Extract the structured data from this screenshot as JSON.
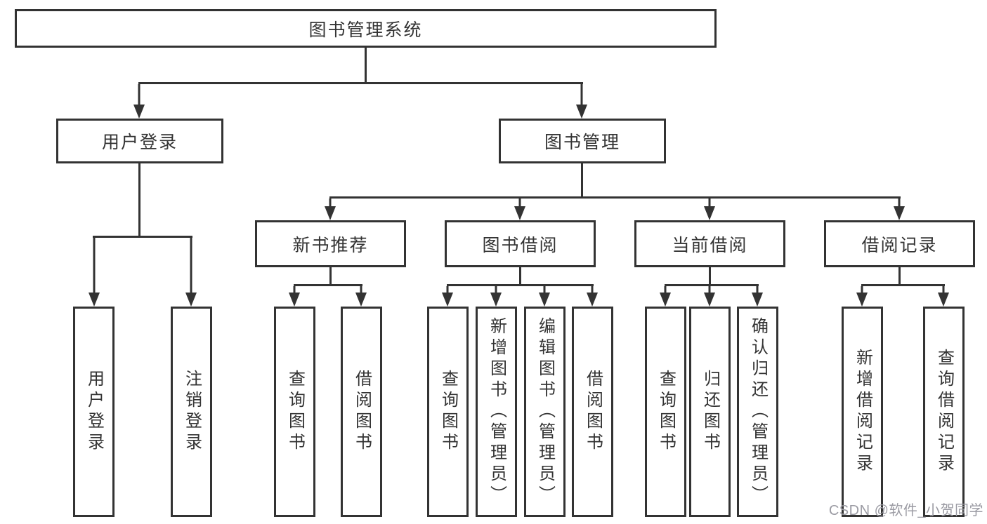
{
  "diagram": {
    "root": "图书管理系统",
    "branches": {
      "user_login": {
        "label": "用户登录",
        "children": [
          "用户登录",
          "注销登录"
        ]
      },
      "book_mgmt": {
        "label": "图书管理",
        "groups": [
          {
            "label": "新书推荐",
            "children": [
              "查询图书",
              "借阅图书"
            ]
          },
          {
            "label": "图书借阅",
            "children": [
              "查询图书",
              "新增图书（管理员）",
              "编辑图书（管理员）",
              "借阅图书"
            ]
          },
          {
            "label": "当前借阅",
            "children": [
              "查询图书",
              "归还图书",
              "确认归还（管理员）"
            ]
          },
          {
            "label": "借阅记录",
            "children": [
              "新增借阅记录",
              "查询借阅记录"
            ]
          }
        ]
      }
    }
  },
  "watermark": "CSDN @软件_小贺同学",
  "colors": {
    "line": "#333333",
    "text": "#333333",
    "watermark": "#9b9ba3",
    "background": "#ffffff"
  }
}
